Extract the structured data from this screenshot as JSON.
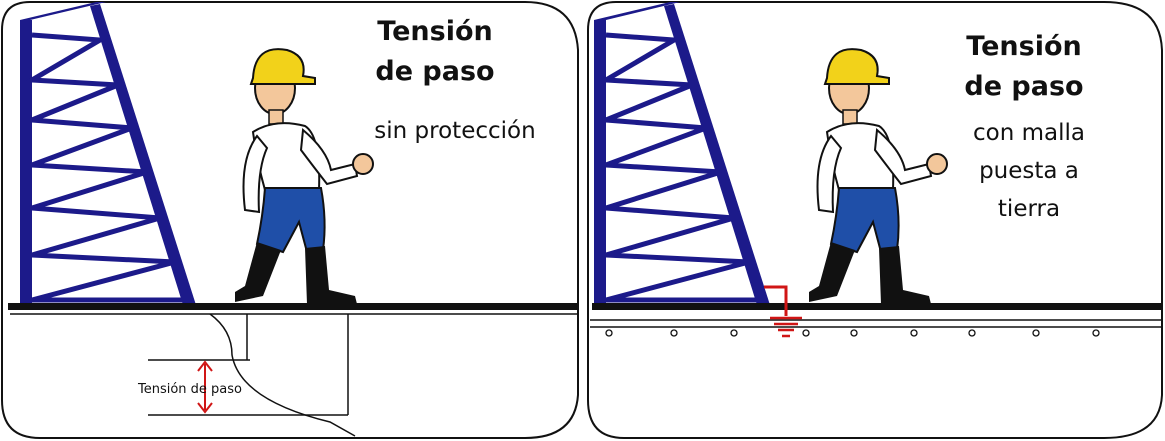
{
  "left_panel": {
    "title_line1": "Tensión",
    "title_line2": "de paso",
    "subtitle_line1": "sin protección",
    "ground_label": "Tensión de paso"
  },
  "right_panel": {
    "title_line1": "Tensión",
    "title_line2": "de paso",
    "subtitle_line1": "con malla",
    "subtitle_line2": "puesta a",
    "subtitle_line3": "tierra"
  },
  "colors": {
    "tower": "#1c1a8a",
    "helmet": "#f2d21a",
    "shirt": "#ffffff",
    "pants": "#1f4fa8",
    "boots": "#111111",
    "skin": "#f3c79b",
    "ground_symbol": "#d01616",
    "arrow": "#d01616"
  }
}
